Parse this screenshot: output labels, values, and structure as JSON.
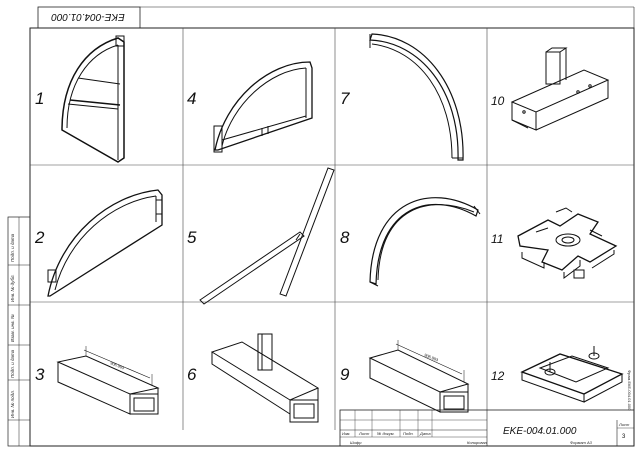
{
  "drawing": {
    "code": "EKE-004.01.000",
    "code_top": "EKE-004.01.000",
    "sheet": "3",
    "format": "Формат А3",
    "copied": "Копировал",
    "sheet_label": "Лист",
    "cipher": "Шифр",
    "dim_label": "906.993"
  },
  "titleblock_cols": [
    "Изм.",
    "Лист",
    "№ докум.",
    "Подп.",
    "Дата"
  ],
  "side_labels": [
    "Подп. и дата",
    "Инв. № дубл.",
    "Взам. инв. №",
    "Подп. и дата",
    "Инв. № подл."
  ],
  "right_vertical": "Фрам.ЕКЕ-004.01.000",
  "parts": [
    {
      "num": "1"
    },
    {
      "num": "2"
    },
    {
      "num": "3"
    },
    {
      "num": "4"
    },
    {
      "num": "5"
    },
    {
      "num": "6"
    },
    {
      "num": "7"
    },
    {
      "num": "8"
    },
    {
      "num": "9"
    },
    {
      "num": "10"
    },
    {
      "num": "11"
    },
    {
      "num": "12"
    }
  ]
}
